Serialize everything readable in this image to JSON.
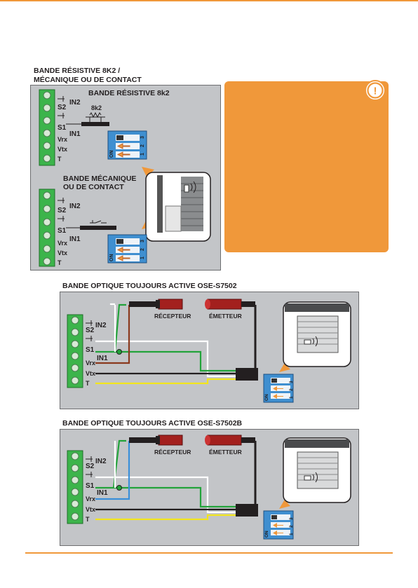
{
  "colors": {
    "accent": "#f0983a",
    "terminal_green": "#3cb44b",
    "panel_grey": "#c3c5c8",
    "dip_blue": "#3f8fd0",
    "sensor_red": "#a3201e",
    "wire_green": "#22a33a",
    "wire_brown": "#8b3a1e",
    "wire_blue": "#3a8fd9",
    "wire_yellow": "#f2e51c"
  },
  "section1": {
    "title_line1": "BANDE RÉSISTIVE 8K2 /",
    "title_line2": "MÉCANIQUE OU DE CONTACT",
    "resistive_label": "BANDE RÉSISTIVE 8k2",
    "resistor_value": "8k2",
    "mechanical_line1": "BANDE MÉCANIQUE",
    "mechanical_line2": "OU DE CONTACT"
  },
  "terminals": {
    "in2": "IN2",
    "in1": "IN1",
    "s2": "S2",
    "s1": "S1",
    "vrx": "Vrx",
    "vtx": "Vtx",
    "t": "T"
  },
  "dip": {
    "on": "ON",
    "n1": "1",
    "n2": "2",
    "n3": "3"
  },
  "section2": {
    "title": "BANDE OPTIQUE TOUJOURS ACTIVE OSE-S7502",
    "receiver": "RÉCEPTEUR",
    "emitter": "ÉMETTEUR"
  },
  "section3": {
    "title": "BANDE OPTIQUE TOUJOURS ACTIVE OSE-S7502B",
    "receiver": "RÉCEPTEUR",
    "emitter": "ÉMETTEUR"
  },
  "warning": {
    "icon": "exclamation-icon",
    "symbol": "!"
  }
}
